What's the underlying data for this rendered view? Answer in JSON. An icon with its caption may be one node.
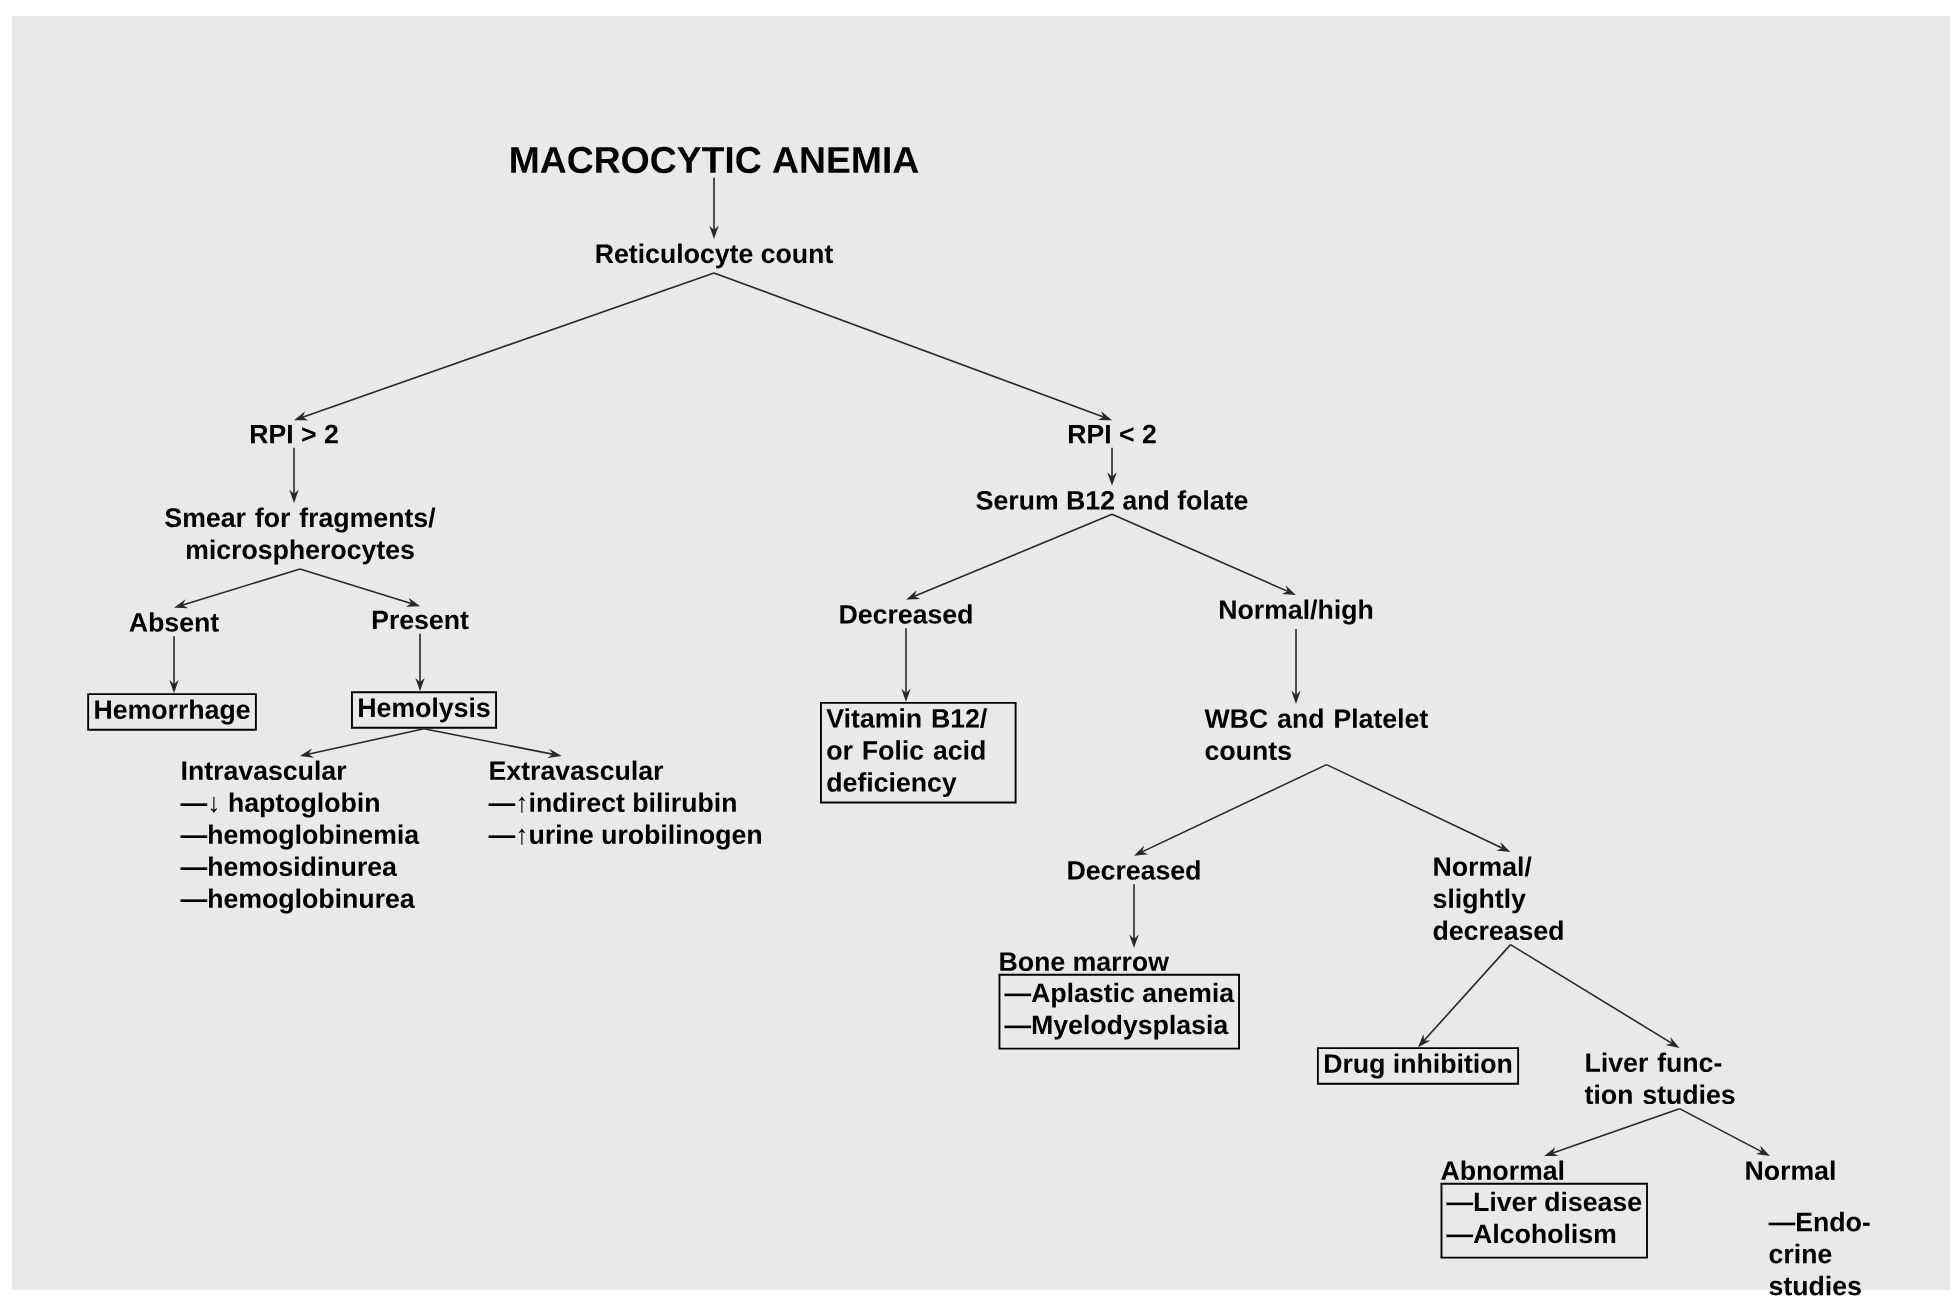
{
  "diagram": {
    "nodes": [
      {
        "text": [
          "MACROCYTIC ANEMIA"
        ]
      },
      {
        "text": [
          "Reticulocyte count"
        ]
      },
      {
        "text": [
          "RPI > 2"
        ]
      },
      {
        "text": [
          "Smear for fragments/ microspherocytes"
        ]
      },
      {
        "text": [
          "Absent"
        ]
      },
      {
        "text": [
          "Present"
        ]
      },
      {
        "text": [
          "Hemorrhage"
        ]
      },
      {
        "text": [
          "Hemolysis"
        ]
      },
      {
        "text": [
          "Intravascular",
          "—↓ haptoglobin",
          "—hemoglobinemia",
          "—hemosidinurea",
          "—hemoglobinurea"
        ]
      },
      {
        "text": [
          "Extravascular",
          "—↑indirect bilirubin",
          "—↑urine urobilinogen"
        ]
      },
      {
        "text": [
          "RPI < 2"
        ]
      },
      {
        "text": [
          "Serum B12 and folate"
        ]
      },
      {
        "text": [
          "Decreased"
        ]
      },
      {
        "text": [
          "Normal/high"
        ]
      },
      {
        "text": [
          "Vitamin B12/ or Folic acid deficiency"
        ]
      },
      {
        "text": [
          "WBC and Platelet counts"
        ]
      },
      {
        "text": [
          "Decreased"
        ]
      },
      {
        "text": [
          "Normal/ slightly decreased"
        ]
      },
      {
        "text": [
          "Bone marrow",
          "—Aplastic anemia",
          "—Myelodysplasia"
        ]
      },
      {
        "text": [
          "Drug inhibition"
        ]
      },
      {
        "text": [
          "Liver func- tion studies"
        ]
      },
      {
        "text": [
          "Abnormal",
          "—Liver disease",
          "—Alcoholism"
        ]
      },
      {
        "text": [
          "Normal",
          "—Endo- crine studies"
        ]
      }
    ],
    "edges": [
      {
        "from": 0,
        "to": 1,
        "arrow": "to"
      },
      {
        "from": 1,
        "to": 2,
        "arrow": "to"
      },
      {
        "from": 1,
        "to": 10,
        "arrow": "to"
      },
      {
        "from": 2,
        "to": 3,
        "arrow": "to"
      },
      {
        "from": 3,
        "to": 4,
        "arrow": "to"
      },
      {
        "from": 3,
        "to": 5,
        "arrow": "to"
      },
      {
        "from": 4,
        "to": 6,
        "arrow": "to"
      },
      {
        "from": 5,
        "to": 7,
        "arrow": "to"
      },
      {
        "from": 7,
        "to": 8,
        "arrow": "to"
      },
      {
        "from": 7,
        "to": 9,
        "arrow": "to"
      },
      {
        "from": 10,
        "to": 11,
        "arrow": "to"
      },
      {
        "from": 11,
        "to": 12,
        "arrow": "to"
      },
      {
        "from": 11,
        "to": 13,
        "arrow": "to"
      },
      {
        "from": 12,
        "to": 14,
        "arrow": "to"
      },
      {
        "from": 13,
        "to": 15,
        "arrow": "to"
      },
      {
        "from": 15,
        "to": 16,
        "arrow": "to"
      },
      {
        "from": 15,
        "to": 17,
        "arrow": "to"
      },
      {
        "from": 16,
        "to": 18,
        "arrow": "to"
      },
      {
        "from": 17,
        "to": 19,
        "arrow": "to"
      },
      {
        "from": 17,
        "to": 20,
        "arrow": "to"
      },
      {
        "from": 20,
        "to": 21,
        "arrow": "to"
      },
      {
        "from": 20,
        "to": 22,
        "arrow": "to"
      }
    ]
  }
}
